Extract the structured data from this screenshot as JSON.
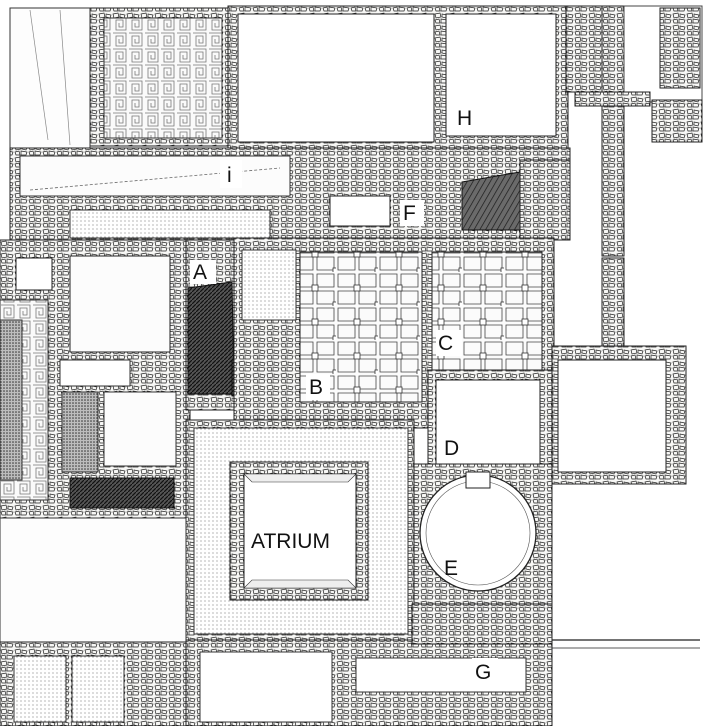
{
  "plan": {
    "labels": {
      "A": "A",
      "B": "B",
      "C": "C",
      "D": "D",
      "E": "E",
      "F": "F",
      "G": "G",
      "H": "H",
      "i": "i",
      "atrium": "ATRIUM"
    },
    "colors": {
      "ink": "#111111",
      "wall_fill": "#f4f4f2",
      "hatch": "#2a2a2a",
      "background": "#ffffff"
    }
  }
}
